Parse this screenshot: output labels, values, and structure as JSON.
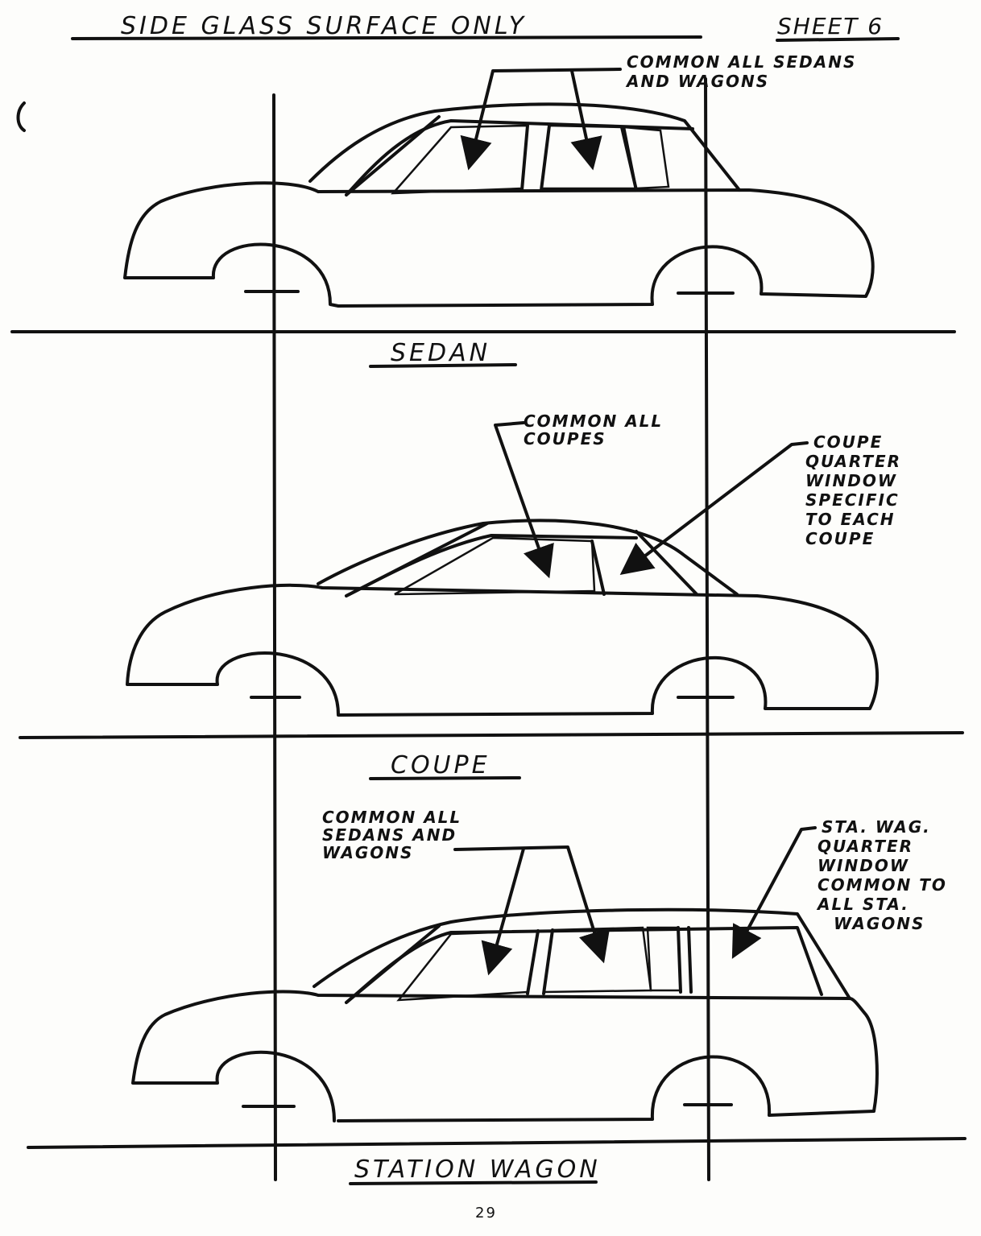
{
  "header": {
    "title": "SIDE GLASS SURFACE ONLY",
    "sheet": "SHEET 6"
  },
  "sedan": {
    "caption": "SEDAN",
    "callout": [
      "COMMON ALL SEDANS",
      "AND WAGONS"
    ]
  },
  "coupe": {
    "caption": "COUPE",
    "callout_common": [
      "COMMON ALL",
      "COUPES"
    ],
    "callout_quarter": [
      "COUPE",
      "QUARTER",
      "WINDOW",
      "SPECIFIC",
      "TO EACH",
      "COUPE"
    ]
  },
  "wagon": {
    "caption": "STATION WAGON",
    "callout_common": [
      "COMMON ALL",
      "SEDANS AND",
      "WAGONS"
    ],
    "callout_quarter": [
      "STA. WAG.",
      "QUARTER",
      "WINDOW",
      "COMMON TO",
      "ALL STA.",
      "WAGONS"
    ]
  },
  "footer": {
    "page_number": "29"
  }
}
